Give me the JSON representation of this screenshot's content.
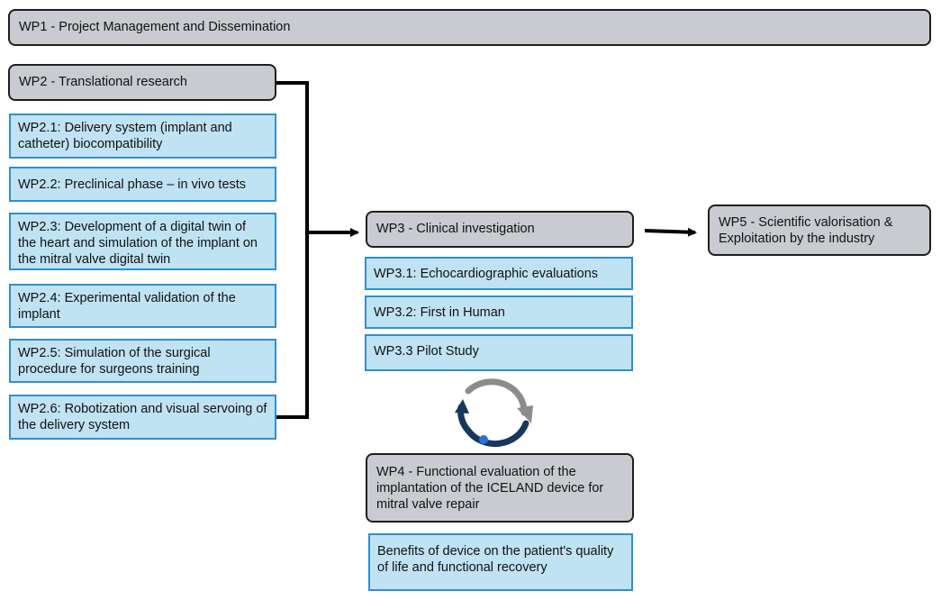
{
  "wp1": {
    "label": "WP1 - Project Management and Dissemination"
  },
  "wp2": {
    "label": "WP2 - Translational research",
    "tasks": [
      "WP2.1: Delivery system (implant and catheter) biocompatibility",
      "WP2.2: Preclinical phase – in vivo tests",
      "WP2.3: Development of a digital twin of the heart and simulation of the implant on the mitral valve digital twin",
      "WP2.4: Experimental validation of the implant",
      "WP2.5: Simulation of the surgical procedure for surgeons training",
      "WP2.6: Robotization  and visual servoing of the delivery system"
    ]
  },
  "wp3": {
    "label": "WP3 - Clinical investigation",
    "tasks": [
      "WP3.1: Echocardiographic evaluations",
      "WP3.2: First in Human",
      "WP3.3 Pilot Study"
    ]
  },
  "wp4": {
    "label": "WP4 - Functional evaluation of the implantation of the ICELAND device for mitral valve repair",
    "benefit": "Benefits of device on the patient's quality of life and functional recovery"
  },
  "wp5": {
    "label": "WP5 - Scientific valorisation & Exploitation by the industry"
  },
  "colors": {
    "wp_fill": "#c9cbd1",
    "task_fill": "#bfe3f3",
    "task_border": "#2f8fd0",
    "connector": "#000000",
    "cycle_dark": "#17365d",
    "cycle_gray": "#8c8c8c",
    "cycle_dot": "#2f6fd8"
  }
}
